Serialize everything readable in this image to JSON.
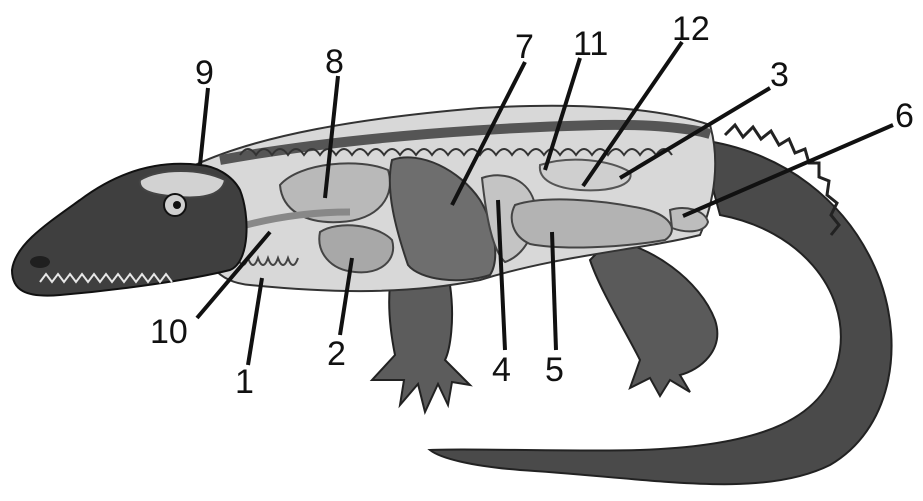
{
  "labels": [
    {
      "id": "1",
      "text": "1"
    },
    {
      "id": "2",
      "text": "2"
    },
    {
      "id": "3",
      "text": "3"
    },
    {
      "id": "4",
      "text": "4"
    },
    {
      "id": "5",
      "text": "5"
    },
    {
      "id": "6",
      "text": "6"
    },
    {
      "id": "7",
      "text": "7"
    },
    {
      "id": "8",
      "text": "8"
    },
    {
      "id": "9",
      "text": "9"
    },
    {
      "id": "10",
      "text": "10"
    },
    {
      "id": "11",
      "text": "11"
    },
    {
      "id": "12",
      "text": "12"
    }
  ],
  "colors": {
    "skin_dark": "#3b3b3b",
    "body_fill": "#d7d7d7",
    "organ_light": "#bdbdbd",
    "organ_dark": "#6e6e6e",
    "label_text": "#111111"
  }
}
